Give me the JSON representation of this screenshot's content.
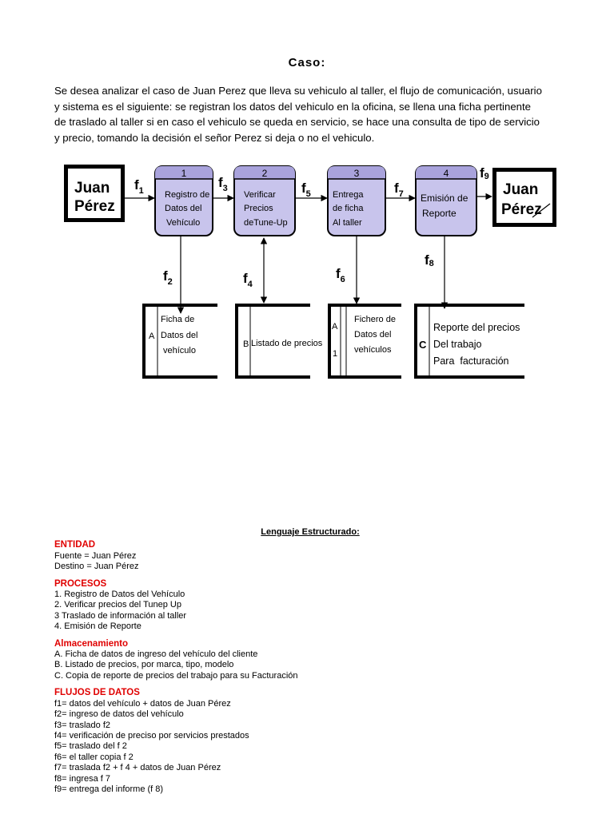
{
  "header": {
    "title": "Caso:"
  },
  "intro": {
    "lines": [
      "Se desea analizar el caso de Juan Perez que lleva su vehiculo al taller, el flujo de comunicación, usuario",
      "y sistema es el siguiente: se registran los datos del vehiculo en la oficina, se llena una ficha pertinente",
      "de traslado al taller si en caso el vehiculo se queda en servicio, se hace una consulta de tipo de servicio",
      "y precio, tomando la decisión el señor Perez si deja o no el vehiculo."
    ]
  },
  "diagram": {
    "entity_source": {
      "line1": "Juan",
      "line2": "Pérez"
    },
    "entity_dest": {
      "line1": "Juan",
      "line2": "Pérez"
    },
    "processes": [
      {
        "num": "1",
        "lines": [
          "Registro de",
          "Datos del",
          "Vehículo"
        ]
      },
      {
        "num": "2",
        "lines": [
          "Verificar",
          "Precios",
          "deTune-Up"
        ]
      },
      {
        "num": "3",
        "lines": [
          "Entrega",
          "de ficha",
          "Al taller"
        ]
      },
      {
        "num": "4",
        "lines": [
          "Emisión de",
          "Reporte"
        ]
      }
    ],
    "stores": [
      {
        "id": "A",
        "lines": [
          "Ficha de",
          "Datos del",
          "vehículo"
        ]
      },
      {
        "id": "B",
        "lines": [
          "Listado de precios"
        ]
      },
      {
        "id": "A",
        "id2": "1",
        "lines": [
          "Fichero de",
          "Datos del",
          "vehículos"
        ]
      },
      {
        "id": "C",
        "lines": [
          "Reporte del precios",
          "Del trabajo",
          "Para  facturación"
        ]
      }
    ],
    "flows": [
      {
        "f": "f",
        "sub": "1"
      },
      {
        "f": "f",
        "sub": "2"
      },
      {
        "f": "f",
        "sub": "3"
      },
      {
        "f": "f",
        "sub": "4"
      },
      {
        "f": "f",
        "sub": "5"
      },
      {
        "f": "f",
        "sub": "6"
      },
      {
        "f": "f",
        "sub": "7"
      },
      {
        "f": "f",
        "sub": "8"
      },
      {
        "f": "f",
        "sub": "9"
      }
    ],
    "colors": {
      "process_fill": "#c8c4ec",
      "process_header": "#a9a3dc"
    }
  },
  "structured": {
    "title": "Lenguaje Estructurado:",
    "sections": [
      {
        "heading": "ENTIDAD",
        "lines": [
          "Fuente = Juan Pérez",
          "Destino = Juan Pérez"
        ]
      },
      {
        "heading": "PROCESOS",
        "lines": [
          "1. Registro de Datos del Vehículo",
          "2. Verificar precios del Tunep Up",
          "3  Traslado de información al taller",
          "4. Emisión de Reporte"
        ]
      },
      {
        "heading": "Almacenamiento",
        "lines": [
          "A. Ficha de datos de ingreso del vehículo del cliente",
          "B. Listado de precios, por marca, tipo, modelo",
          "C. Copia de reporte de precios del trabajo para su Facturación"
        ]
      },
      {
        "heading": "FLUJOS DE DATOS",
        "lines": [
          "f1= datos del vehículo + datos de Juan Pérez",
          "f2= ingreso de datos del vehículo",
          "f3= traslado f2",
          "f4= verificación de preciso por servicios prestados",
          "f5= traslado del f 2",
          "f6= el taller copia f 2",
          "f7= traslada f2 + f 4 + datos de Juan Pérez",
          "f8= ingresa f 7",
          "f9= entrega del informe (f 8)"
        ]
      }
    ],
    "heading_color": "#e00000"
  }
}
